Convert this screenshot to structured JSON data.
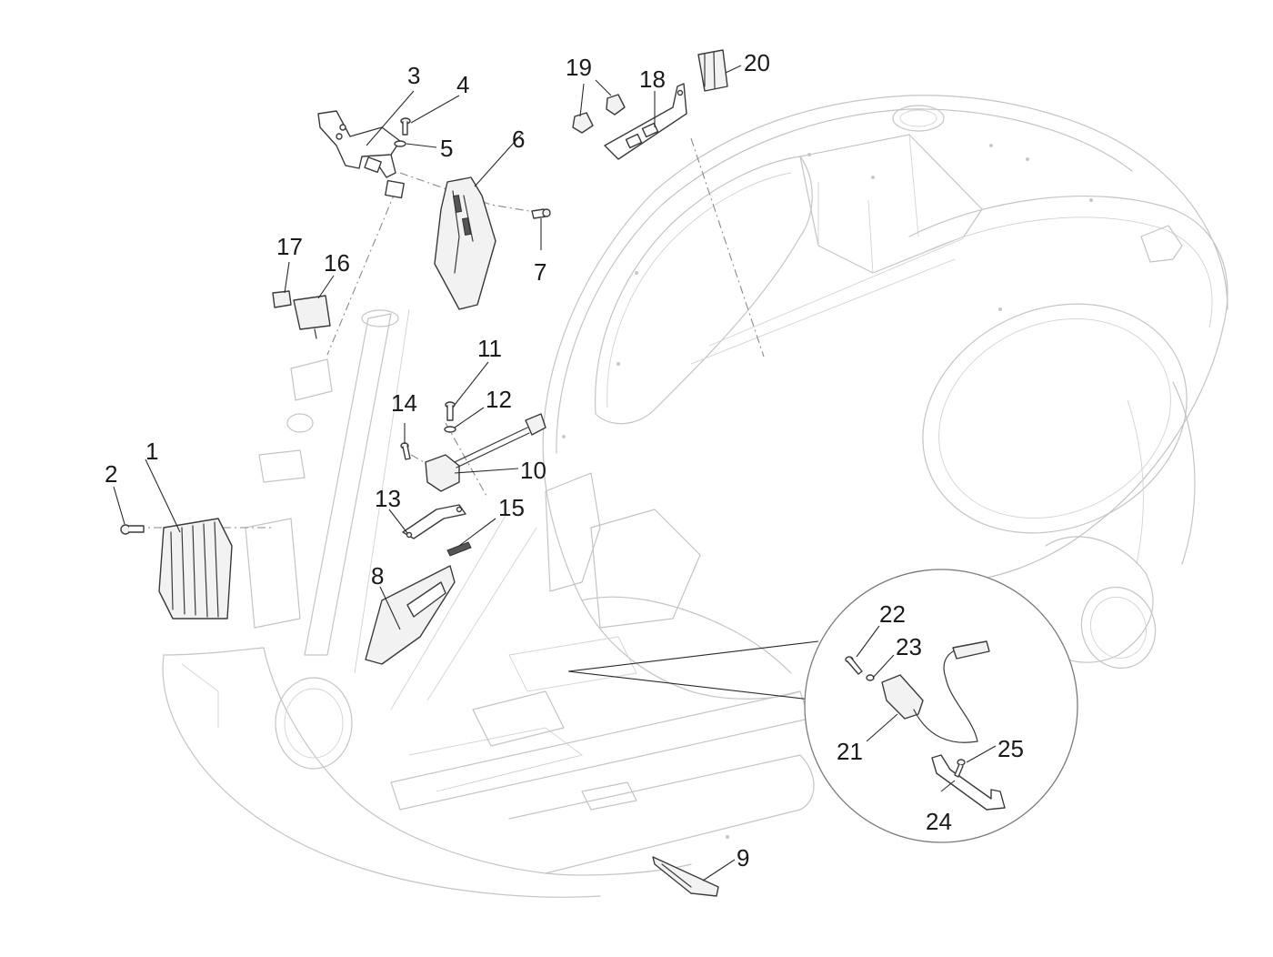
{
  "diagram": {
    "type": "exploded-parts-diagram",
    "subject": "scooter body frame with electrical components",
    "parts": [
      {
        "id": "1",
        "label": "1"
      },
      {
        "id": "2",
        "label": "2"
      },
      {
        "id": "3",
        "label": "3"
      },
      {
        "id": "4",
        "label": "4"
      },
      {
        "id": "5",
        "label": "5"
      },
      {
        "id": "6",
        "label": "6"
      },
      {
        "id": "7",
        "label": "7"
      },
      {
        "id": "8",
        "label": "8"
      },
      {
        "id": "9",
        "label": "9"
      },
      {
        "id": "10",
        "label": "10"
      },
      {
        "id": "11",
        "label": "11"
      },
      {
        "id": "12",
        "label": "12"
      },
      {
        "id": "13",
        "label": "13"
      },
      {
        "id": "14",
        "label": "14"
      },
      {
        "id": "15",
        "label": "15"
      },
      {
        "id": "16",
        "label": "16"
      },
      {
        "id": "17",
        "label": "17"
      },
      {
        "id": "18",
        "label": "18"
      },
      {
        "id": "19",
        "label": "19"
      },
      {
        "id": "20",
        "label": "20"
      },
      {
        "id": "21",
        "label": "21"
      },
      {
        "id": "22",
        "label": "22"
      },
      {
        "id": "23",
        "label": "23"
      },
      {
        "id": "24",
        "label": "24"
      },
      {
        "id": "25",
        "label": "25"
      }
    ],
    "inset": {
      "description": "detail view of ignition coil assembly",
      "parts": [
        "21",
        "22",
        "23",
        "24",
        "25"
      ]
    }
  }
}
